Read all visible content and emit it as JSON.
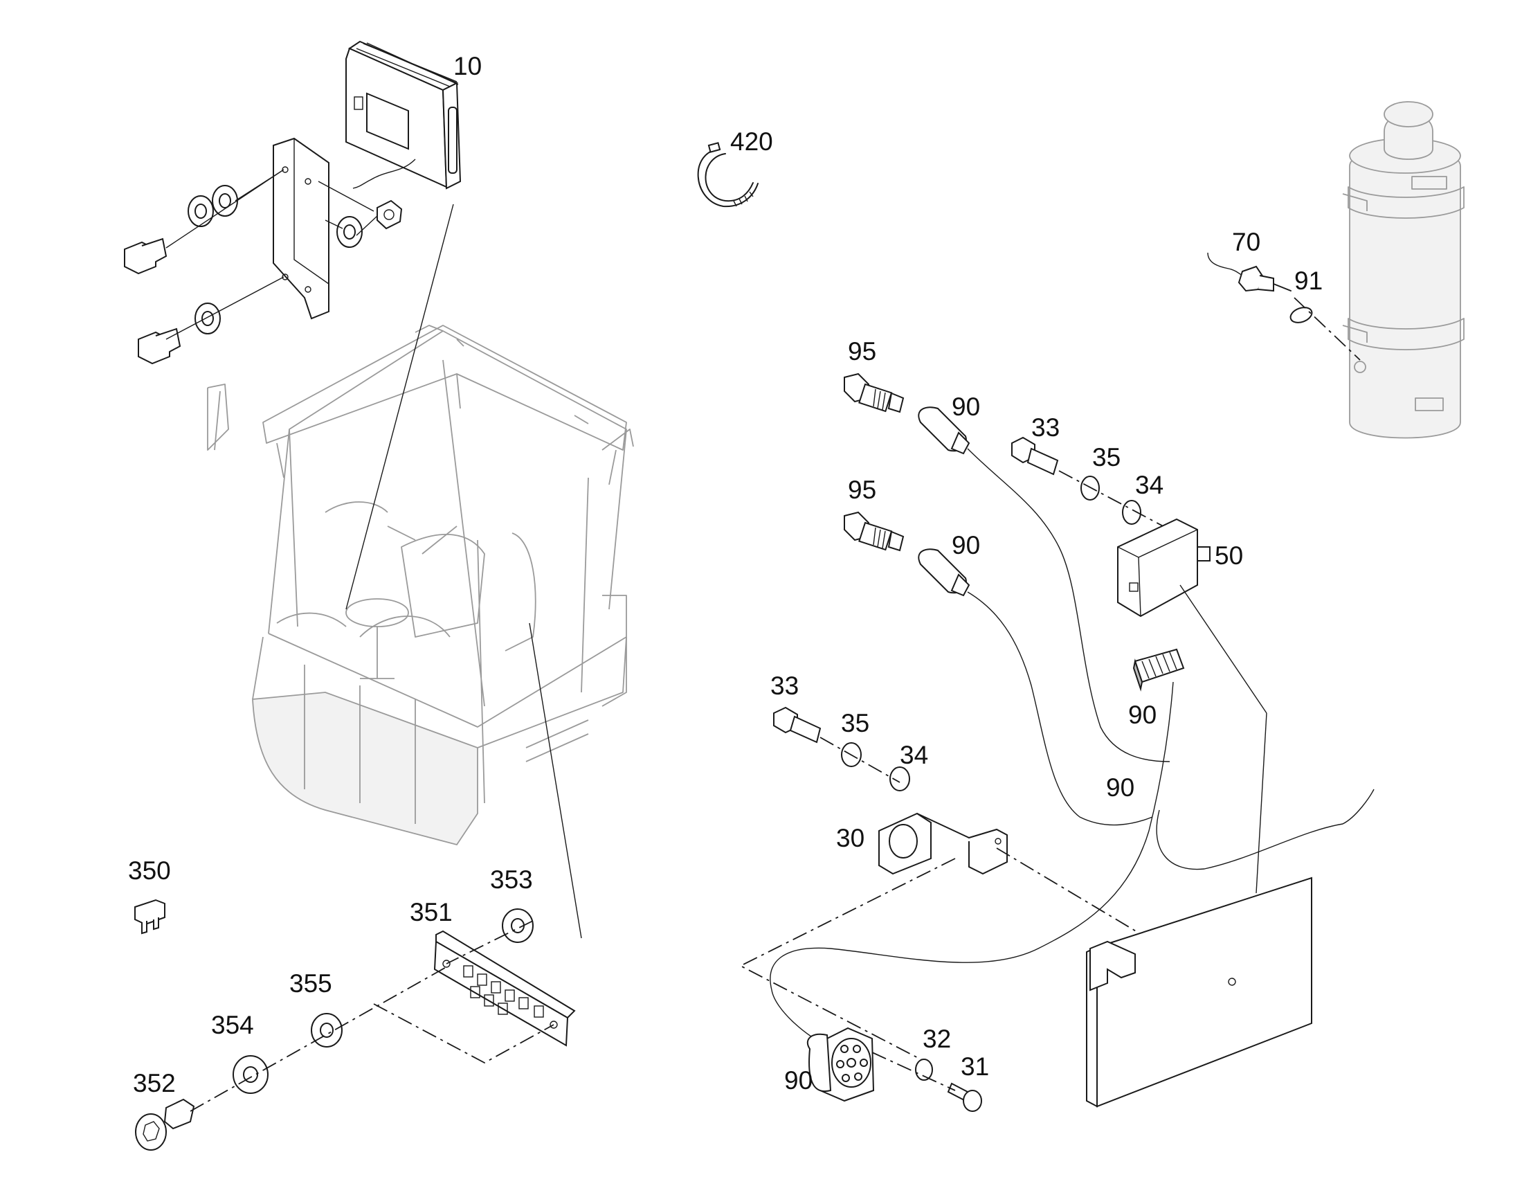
{
  "diagram": {
    "callouts": [
      {
        "id": "c10",
        "label": "10"
      },
      {
        "id": "c420",
        "label": "420"
      },
      {
        "id": "c70",
        "label": "70"
      },
      {
        "id": "c91",
        "label": "91"
      },
      {
        "id": "c95a",
        "label": "95"
      },
      {
        "id": "c90a",
        "label": "90"
      },
      {
        "id": "c33a",
        "label": "33"
      },
      {
        "id": "c35a",
        "label": "35"
      },
      {
        "id": "c34a",
        "label": "34"
      },
      {
        "id": "c95b",
        "label": "95"
      },
      {
        "id": "c90b",
        "label": "90"
      },
      {
        "id": "c50",
        "label": "50"
      },
      {
        "id": "c90c",
        "label": "90"
      },
      {
        "id": "c33b",
        "label": "33"
      },
      {
        "id": "c35b",
        "label": "35"
      },
      {
        "id": "c34b",
        "label": "34"
      },
      {
        "id": "c90d",
        "label": "90"
      },
      {
        "id": "c30",
        "label": "30"
      },
      {
        "id": "c350",
        "label": "350"
      },
      {
        "id": "c353",
        "label": "353"
      },
      {
        "id": "c351",
        "label": "351"
      },
      {
        "id": "c355",
        "label": "355"
      },
      {
        "id": "c354",
        "label": "354"
      },
      {
        "id": "c352",
        "label": "352"
      },
      {
        "id": "c32",
        "label": "32"
      },
      {
        "id": "c31",
        "label": "31"
      },
      {
        "id": "c90e",
        "label": "90"
      }
    ]
  }
}
